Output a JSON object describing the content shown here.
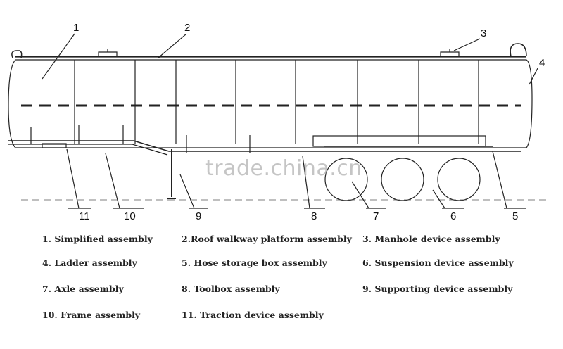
{
  "diagram": {
    "callouts": [
      {
        "id": "c1",
        "text": "1"
      },
      {
        "id": "c2",
        "text": "2"
      },
      {
        "id": "c3",
        "text": "3"
      },
      {
        "id": "c4",
        "text": "4"
      },
      {
        "id": "c5",
        "text": "5"
      },
      {
        "id": "c6",
        "text": "6"
      },
      {
        "id": "c7",
        "text": "7"
      },
      {
        "id": "c8",
        "text": "8"
      },
      {
        "id": "c9",
        "text": "9"
      },
      {
        "id": "c10",
        "text": "10"
      },
      {
        "id": "c11",
        "text": "11"
      }
    ],
    "watermark": "trade.china.cn"
  },
  "legend": {
    "items": [
      "1. Simplified assembly",
      "2.Roof walkway platform assembly",
      "3. Manhole device assembly",
      "4. Ladder assembly",
      "5. Hose storage box assembly",
      "6. Suspension device assembly",
      "7. Axle assembly",
      "8. Toolbox assembly",
      "9. Supporting device assembly",
      "10. Frame assembly",
      "11. Traction device assembly"
    ]
  }
}
